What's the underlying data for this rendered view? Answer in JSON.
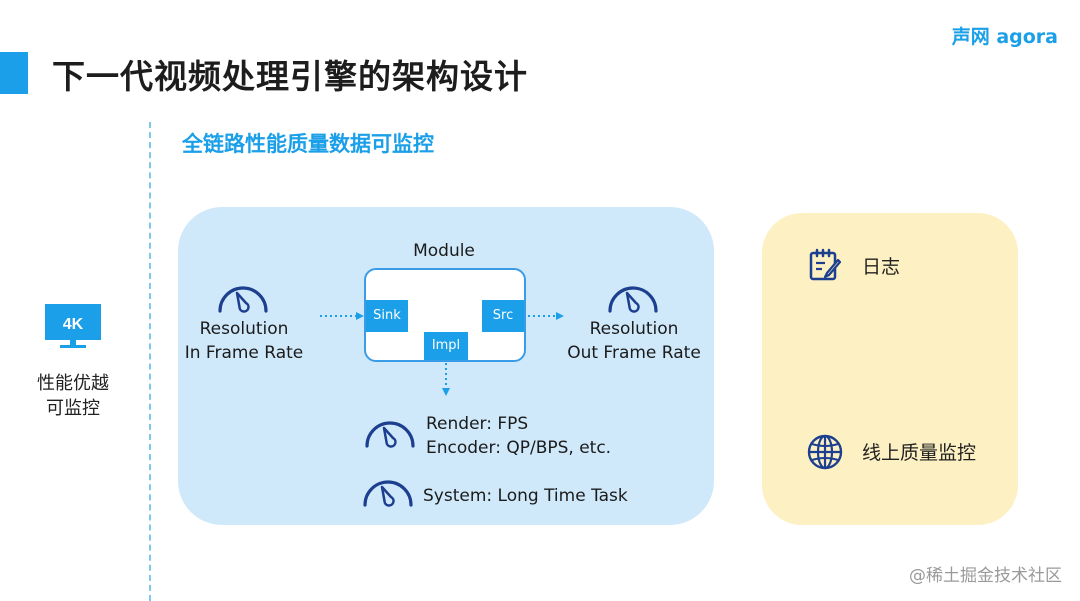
{
  "header": {
    "title": "下一代视频处理引擎的架构设计",
    "logo_text": "声网 agora"
  },
  "colors": {
    "accent": "#1a9fe8",
    "blue_panel": "#cfe9fb",
    "yellow_panel": "#fdf0c3"
  },
  "section": {
    "subtitle": "全链路性能质量数据可监控"
  },
  "sidebar": {
    "monitor_label": "4K",
    "monitor_icon": "monitor-icon",
    "text_line1": "性能优越",
    "text_line2": "可监控"
  },
  "diagram": {
    "module_label": "Module",
    "sink_label": "Sink",
    "src_label": "Src",
    "impl_label": "Impl",
    "input": {
      "line1": "Resolution",
      "line2": "In Frame Rate"
    },
    "output": {
      "line1": "Resolution",
      "line2": "Out Frame Rate"
    },
    "metrics": {
      "line1": "Render: FPS",
      "line2": "Encoder: QP/BPS, etc."
    },
    "system": "System: Long Time Task",
    "gauge_icon": "gauge-icon"
  },
  "monitoring": {
    "log_label": "日志",
    "log_icon": "edit-note-icon",
    "online_label": "线上质量监控",
    "online_icon": "globe-icon"
  },
  "watermark": "@稀土掘金技术社区"
}
